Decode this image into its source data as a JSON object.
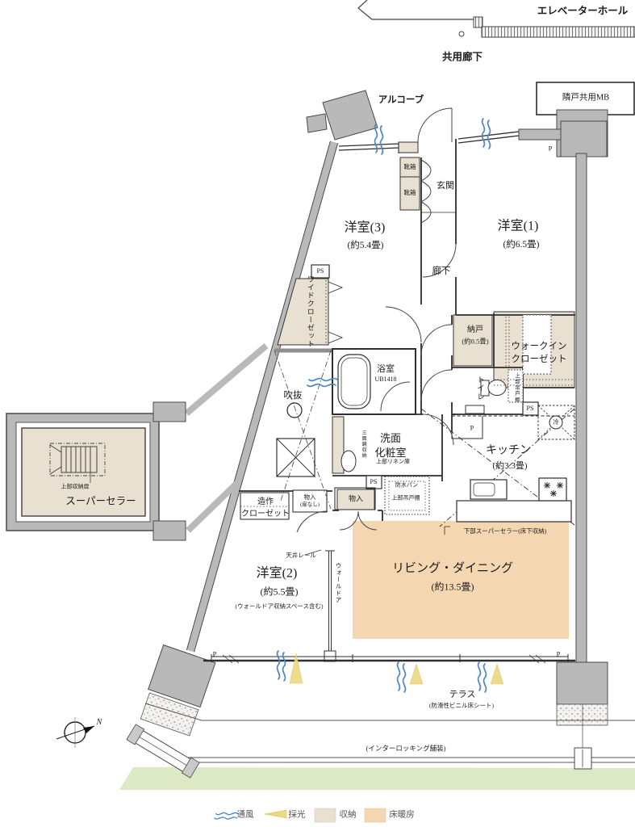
{
  "header": {
    "elevator_hall": "エレベーターホール",
    "shared_corridor": "共用廊下",
    "neighbor_mb": "隣戸共用MB",
    "alcove": "アルコーブ"
  },
  "entrance": {
    "genkan": "玄関",
    "shoebox": "靴箱"
  },
  "rooms": {
    "western3": {
      "name": "洋室(3)",
      "size": "(約5.4畳)"
    },
    "western1": {
      "name": "洋室(1)",
      "size": "(約6.5畳)"
    },
    "western2": {
      "name": "洋室(2)",
      "size": "(約5.5畳)",
      "note": "(ウォールドア収納スペース含む)"
    },
    "living_dining": {
      "name": "リビング・ダイニング",
      "size": "(約13.5畳)"
    },
    "kitchen": {
      "name": "キッチン",
      "size": "(約3.3畳)"
    },
    "corridor_label": "廊下",
    "storeroom": {
      "name": "納戸",
      "size": "(約0.5畳)"
    },
    "wic": {
      "line1": "ウォークイン",
      "line2": "クローゼット"
    },
    "bathroom": {
      "name": "浴室",
      "model": "UB1418"
    },
    "toilet": "トイレ",
    "washroom": {
      "line1": "洗面",
      "line2": "化粧室"
    },
    "void_label": "吹抜"
  },
  "storage": {
    "wide_closet": "ワイドクローゼット",
    "zosaku_line1": "造作",
    "zosaku_line2": "クローゼット",
    "monoire": "物入",
    "monoire_note": "(扉なし)",
    "upper_linen": "上部リネン庫",
    "mirror_cabinet": "三面鏡収納",
    "toilet_upper_cabinet": "上部吊戸棚",
    "waterproof_pan": "防水パン",
    "pan_upper_cabinet": "上部吊戸棚",
    "super_cellar": "スーパーセラー",
    "upper_storage_door": "上部収納扉",
    "lower_super_cellar": "下部スーパーセラー(床下収納)"
  },
  "fixtures": {
    "ceiling_rail": "天井レール",
    "wall_door": "ウォールドア",
    "fridge": "冷",
    "ps": "PS",
    "p": "P"
  },
  "outdoor": {
    "terrace": "テラス",
    "terrace_note": "(防滑性ビニル床シート)",
    "interlocking": "(インターロッキング舗装)",
    "compass_n": "N"
  },
  "legend": {
    "ventilation": "通風",
    "daylight": "採光",
    "storage": "収納",
    "floor_heating": "床暖房"
  },
  "colors": {
    "wall_gray": "#b9b9b9",
    "storage_beige": "#e8e1d1",
    "floor_heating_peach": "#f4d6b0",
    "lawn_green": "#dde8c4",
    "ventilation_blue": "#4d86c4",
    "daylight_yellow": "#ead97f"
  }
}
